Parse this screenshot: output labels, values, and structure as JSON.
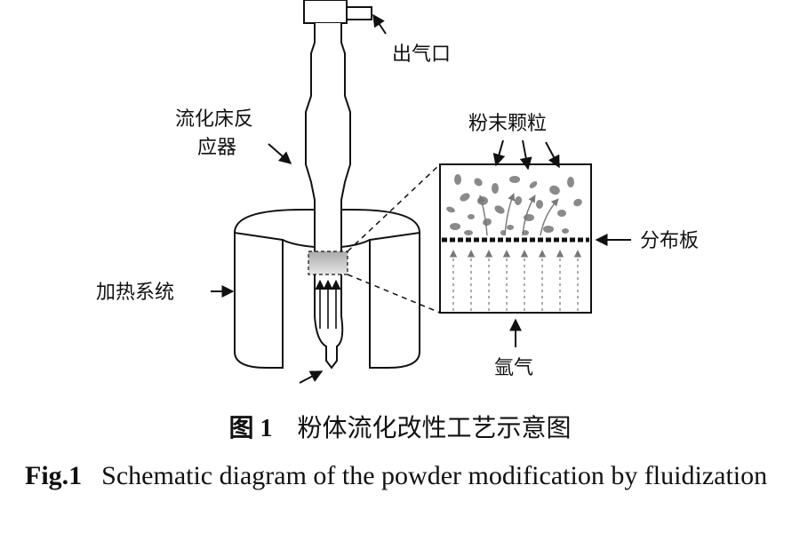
{
  "labels": {
    "outlet": "出气口",
    "reactor": [
      "流化床反",
      "应器"
    ],
    "heating": "加热系统",
    "particles": "粉末颗粒",
    "distributor": "分布板",
    "argon": "氩气"
  },
  "caption": {
    "cn_number": "图 1",
    "cn_title": "粉体流化改性工艺示意图",
    "en_number": "Fig.1",
    "en_title": "Schematic diagram of the powder modification by fluidization"
  }
}
